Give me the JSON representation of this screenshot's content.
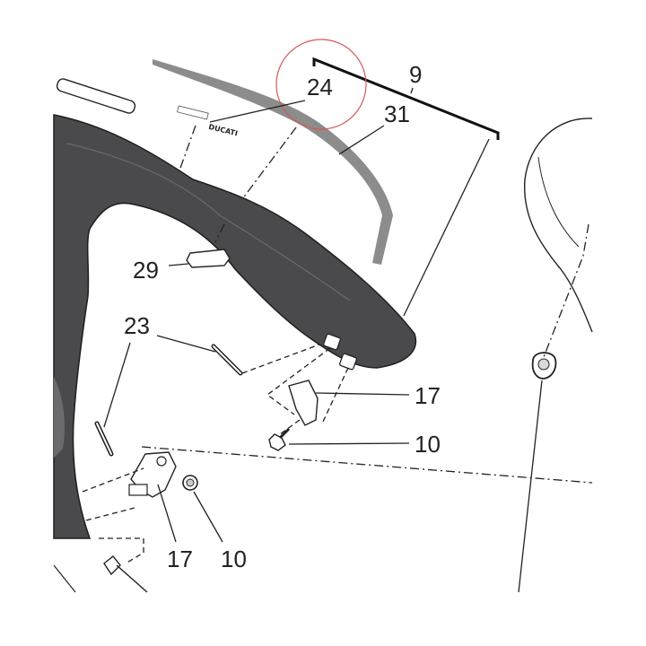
{
  "diagram": {
    "brand_mark": "DUCATI",
    "labels": {
      "l9": "9",
      "l24": "24",
      "l31": "31",
      "l29": "29",
      "l23": "23",
      "l17a": "17",
      "l10a": "10",
      "l17b": "17",
      "l10b": "10"
    },
    "colors": {
      "fairing": "#4a4a4c",
      "fairing_edge": "#1e1e1e",
      "highlight_circle": "#d25a5a",
      "trim_strip": "#8c8c8c",
      "line": "#222222"
    }
  }
}
